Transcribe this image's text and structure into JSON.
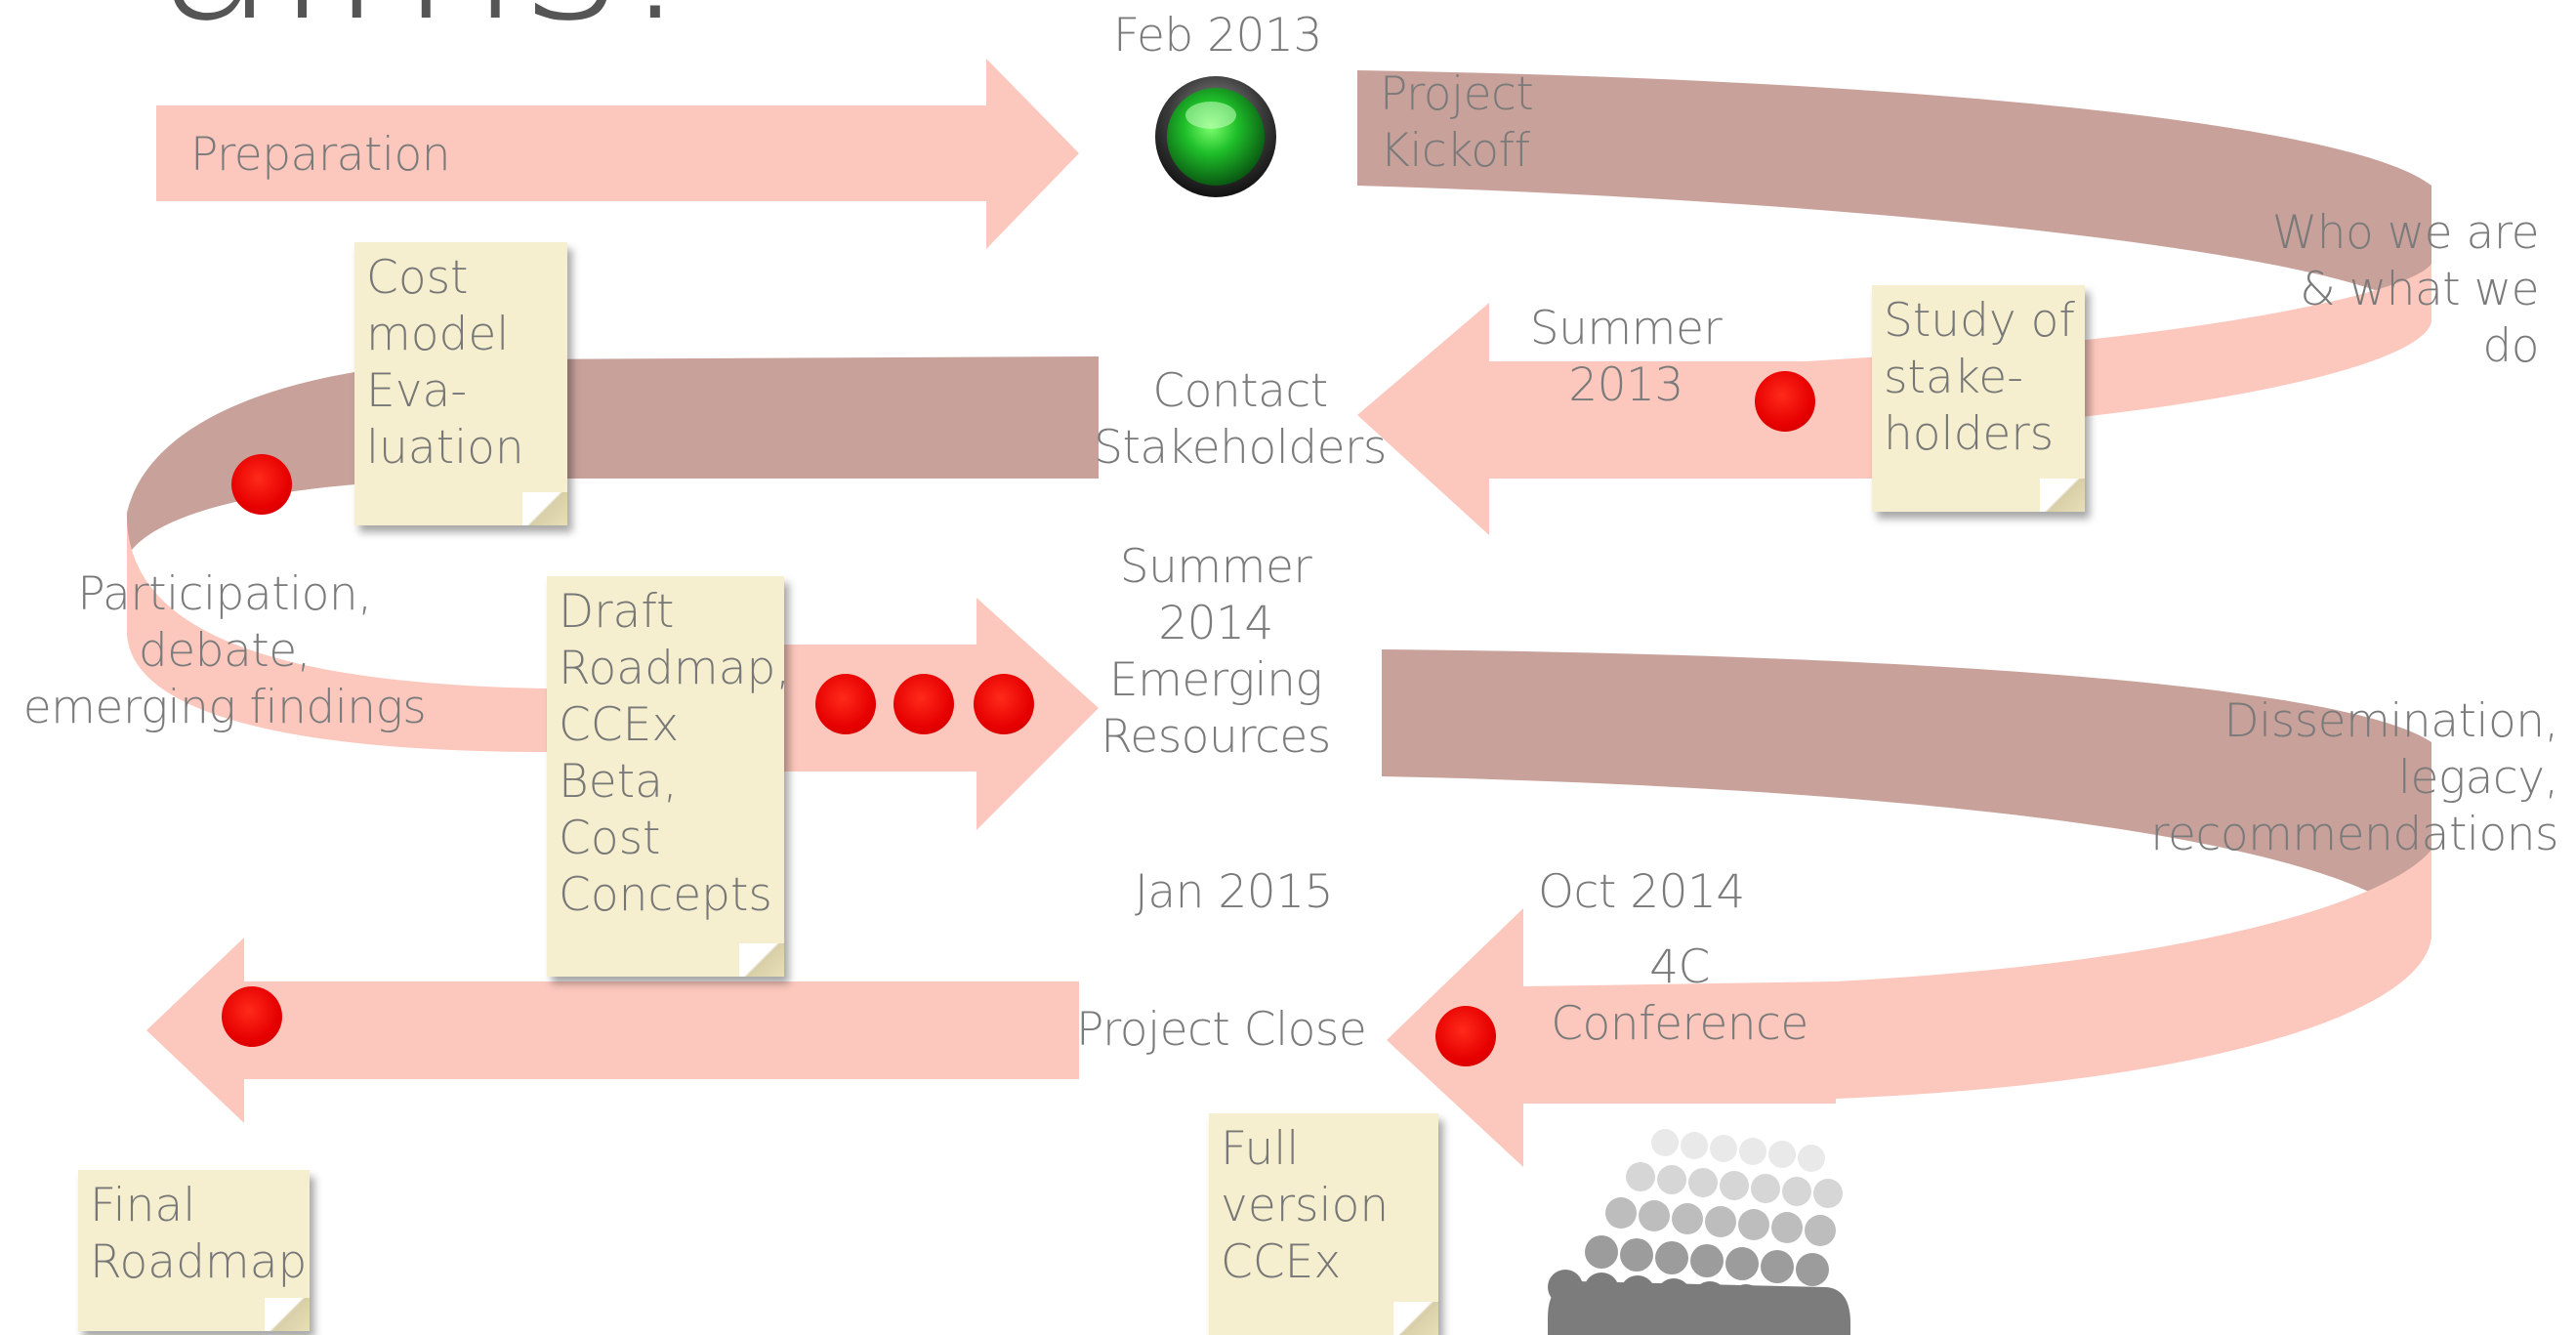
{
  "title_fragment": "aims:",
  "colors": {
    "arrow_pink": "#fcc8bd",
    "band_brown": "#c9a19b",
    "note_yellow": "#f6efcf",
    "dot_red": "#e60000",
    "signal_green": "#1fbf2a"
  },
  "timeline": {
    "feb_2013": "Feb 2013",
    "preparation": "Preparation",
    "project_kickoff": "Project\nKickoff",
    "who_we_are": "Who we are\n& what we\ndo",
    "summer_2013": "Summer\n2013",
    "contact_stakeholders": "Contact\nStakeholders",
    "participation": "Participation, debate,\nemerging findings",
    "summer_2014": "Summer\n2014\nEmerging\nResources",
    "dissemination": "Dissemination,\nlegacy,\nrecommendations",
    "jan_2015": "Jan 2015",
    "oct_2014": "Oct 2014",
    "conference": "4C\nConference",
    "project_close": "Project Close"
  },
  "notes": {
    "study": "Study of\nstake-\nholders",
    "cost_model": "Cost\nmodel\nEva-\nluation",
    "draft_roadmap": "Draft\nRoadmap,\nCCEx\nBeta,\nCost\nConcepts",
    "full_ccex": "Full\nversion\nCCEx",
    "final_roadmap": "Final\nRoadmap"
  },
  "icons": {
    "start_signal": "green-traffic-light-icon",
    "audience": "audience-crowd-icon",
    "milestone": "red-dot-icon"
  }
}
